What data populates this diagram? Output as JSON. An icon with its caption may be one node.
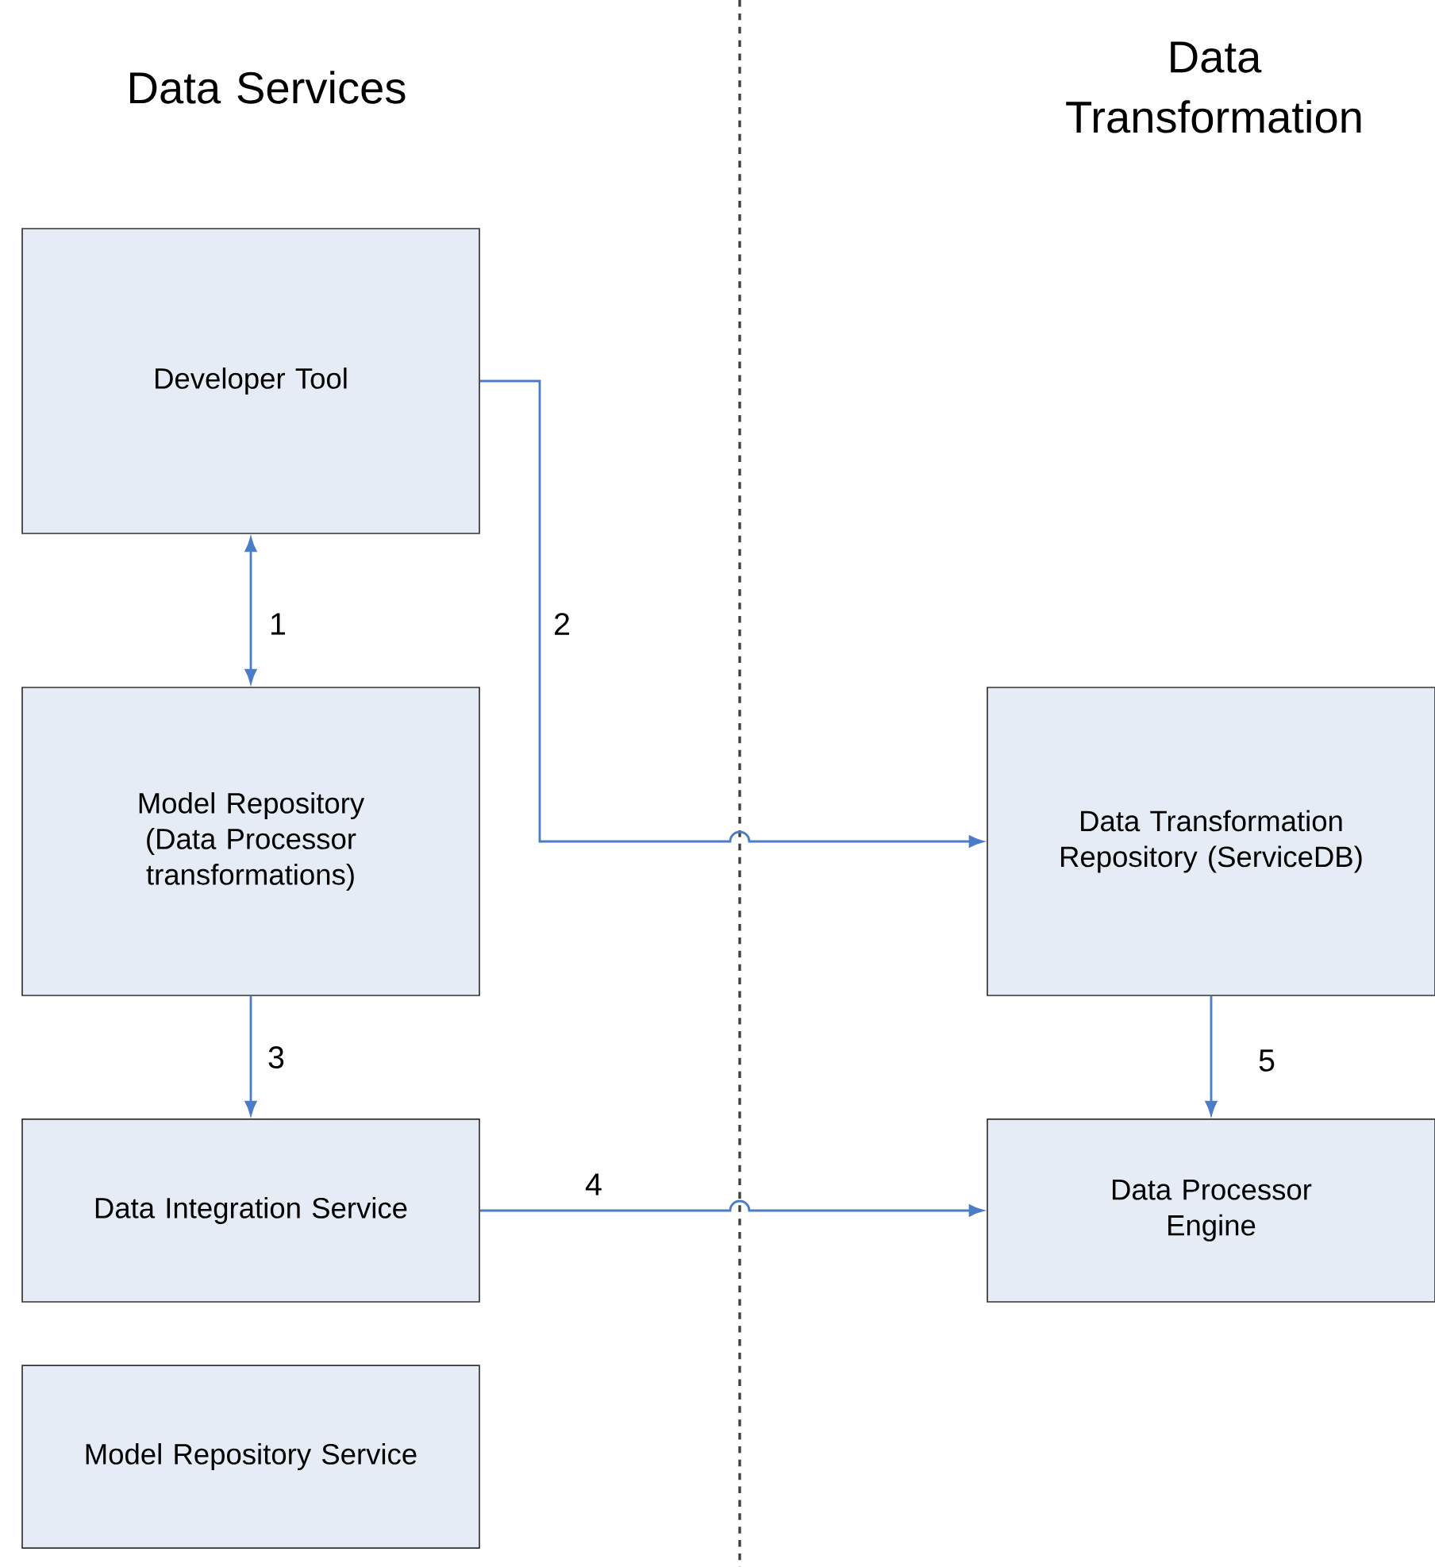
{
  "diagram": {
    "nodes": [
      {
        "text": [
          "Developer Tool"
        ]
      },
      {
        "text": [
          "Model Repository (Data Processor transformations)"
        ]
      },
      {
        "text": [
          "Data Integration Service"
        ]
      },
      {
        "text": [
          "Model Repository Service"
        ]
      },
      {
        "text": [
          "Data Transformation Repository (ServiceDB)"
        ]
      },
      {
        "text": [
          "Data Processor Engine"
        ]
      }
    ],
    "edges": [
      {
        "from": 0,
        "to": 1,
        "arrow": "both",
        "label": "1"
      },
      {
        "from": 0,
        "to": 4,
        "arrow": "to",
        "label": "2"
      },
      {
        "from": 1,
        "to": 2,
        "arrow": "to",
        "label": "3"
      },
      {
        "from": 2,
        "to": 5,
        "arrow": "to",
        "label": "4"
      },
      {
        "from": 4,
        "to": 5,
        "arrow": "to",
        "label": "5"
      }
    ],
    "labels": [
      "Data Services",
      "Data Transformation"
    ]
  }
}
